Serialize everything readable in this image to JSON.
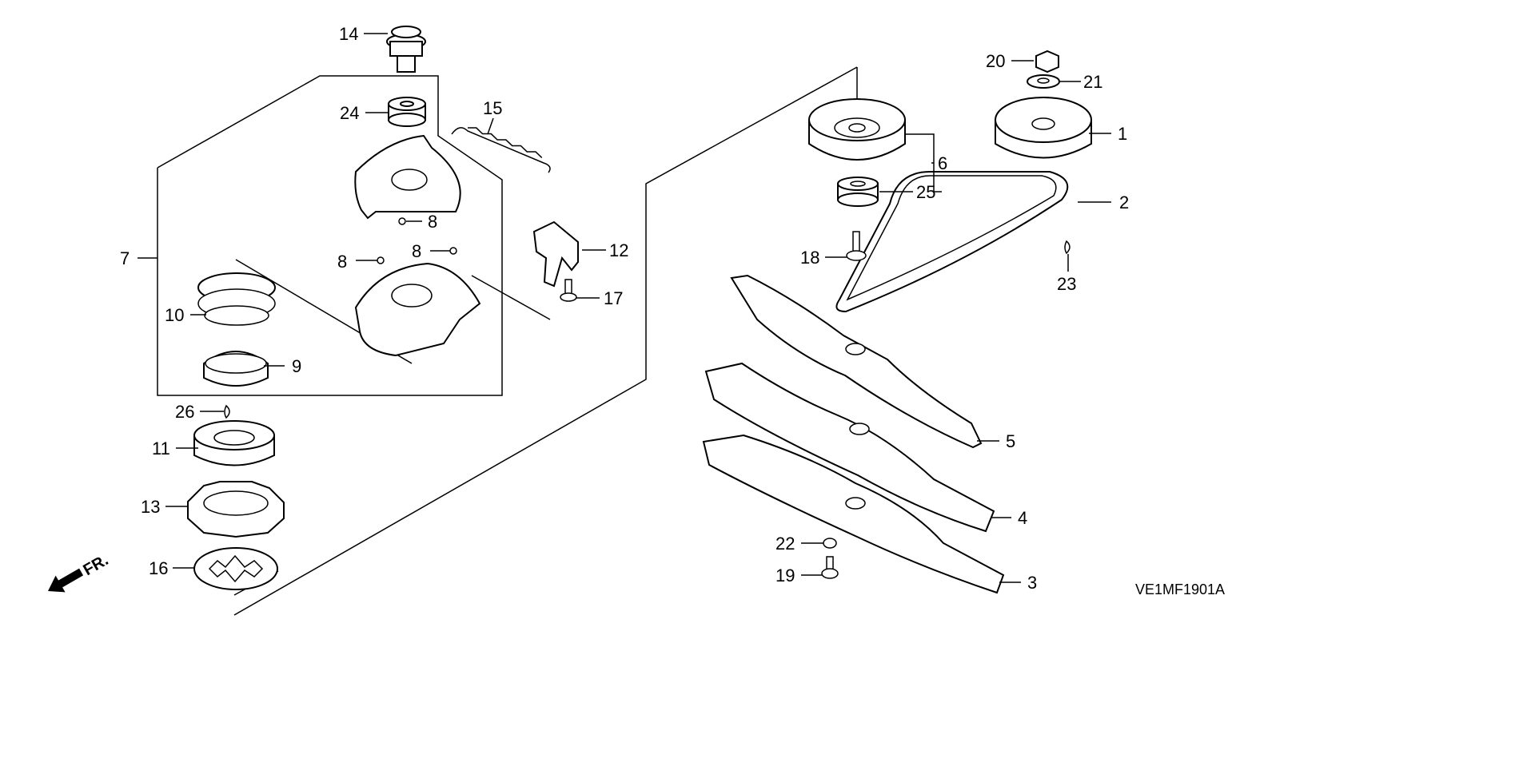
{
  "diagram": {
    "code": "VE1MF1901A",
    "direction_label": "FR.",
    "callouts": {
      "c1": "1",
      "c2": "2",
      "c3": "3",
      "c4": "4",
      "c5": "5",
      "c6": "6",
      "c7": "7",
      "c8a": "8",
      "c8b": "8",
      "c8c": "8",
      "c9": "9",
      "c10": "10",
      "c11": "11",
      "c12": "12",
      "c13": "13",
      "c14": "14",
      "c15": "15",
      "c16": "16",
      "c17": "17",
      "c18": "18",
      "c19": "19",
      "c20": "20",
      "c21": "21",
      "c22": "22",
      "c23": "23",
      "c24": "24",
      "c25": "25",
      "c26": "26"
    }
  }
}
